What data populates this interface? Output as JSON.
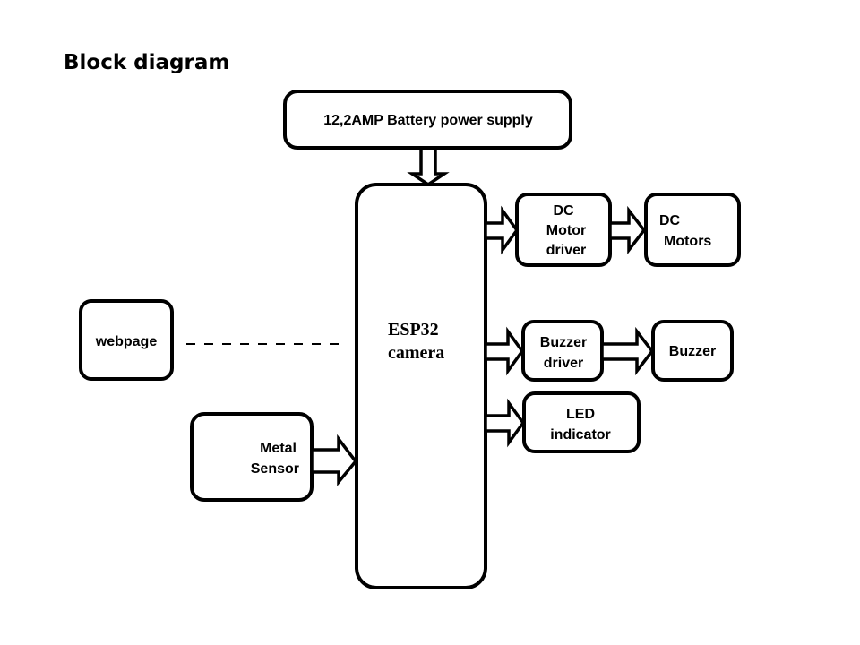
{
  "title": "Block diagram",
  "blocks": {
    "power_supply": [
      "12,2AMP Battery power supply"
    ],
    "esp32": [
      "ESP32",
      "camera"
    ],
    "dc_motor_driver": [
      "DC",
      "Motor",
      "driver"
    ],
    "dc_motors": [
      "DC",
      "Motors"
    ],
    "buzzer_driver": [
      "Buzzer",
      "driver"
    ],
    "buzzer": [
      "Buzzer"
    ],
    "led_indicator": [
      "LED",
      "indicator"
    ],
    "webpage": [
      "webpage"
    ],
    "metal_sensor": [
      "Metal",
      "Sensor"
    ]
  },
  "connections": [
    {
      "from": "power_supply",
      "to": "esp32",
      "style": "double-arrow"
    },
    {
      "from": "esp32",
      "to": "dc_motor_driver",
      "style": "double-arrow"
    },
    {
      "from": "dc_motor_driver",
      "to": "dc_motors",
      "style": "double-arrow"
    },
    {
      "from": "esp32",
      "to": "buzzer_driver",
      "style": "double-arrow"
    },
    {
      "from": "buzzer_driver",
      "to": "buzzer",
      "style": "double-arrow"
    },
    {
      "from": "esp32",
      "to": "led_indicator",
      "style": "double-arrow"
    },
    {
      "from": "metal_sensor",
      "to": "esp32",
      "style": "double-arrow"
    },
    {
      "from": "webpage",
      "to": "esp32",
      "style": "dashed"
    }
  ]
}
